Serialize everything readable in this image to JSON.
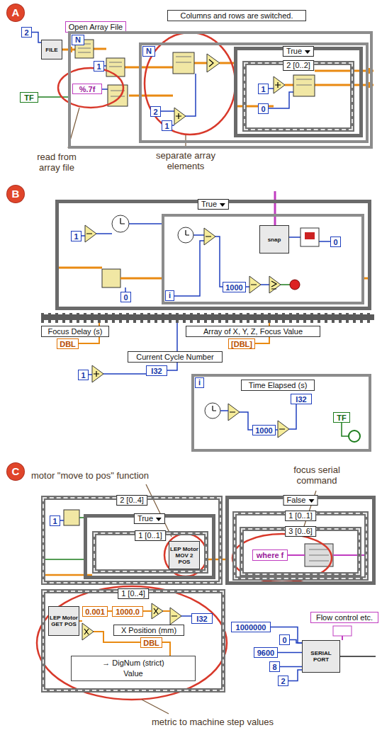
{
  "diagram": {
    "nodes": [
      {
        "text": [
          "A"
        ]
      },
      {
        "text": [
          "Open Array File"
        ]
      },
      {
        "text": [
          "Columns and rows are switched."
        ]
      },
      {
        "text": [
          "2"
        ]
      },
      {
        "text": [
          "FILE"
        ]
      },
      {
        "text": [
          "N"
        ]
      },
      {
        "text": [
          "1"
        ],
        "in": 5
      },
      {
        "text": [
          "%.7f"
        ],
        "in": 5
      },
      {
        "text": [
          "TF"
        ]
      },
      {
        "text": [
          "N"
        ],
        "in": 5
      },
      {
        "text": [
          "2"
        ],
        "in": 9
      },
      {
        "text": [
          "1"
        ],
        "in": 9
      },
      {
        "text": [
          "True"
        ],
        "in": 9
      },
      {
        "text": [
          "2 [0..2]"
        ],
        "in": 12
      },
      {
        "text": [
          "1"
        ],
        "in": 13
      },
      {
        "text": [
          "0"
        ],
        "in": 13
      },
      {
        "text": [
          "B"
        ]
      },
      {
        "text": [
          "True"
        ]
      },
      {
        "text": [
          "1"
        ],
        "in": 17
      },
      {
        "text": [
          "0"
        ],
        "in": 17
      },
      {
        "text": [
          "i"
        ],
        "in": 17
      },
      {
        "text": [
          "1000"
        ],
        "in": 20
      },
      {
        "text": [
          "snap"
        ],
        "in": 20
      },
      {
        "text": [
          "0"
        ],
        "in": 20
      },
      {
        "text": [
          "Focus Delay (s)"
        ]
      },
      {
        "text": [
          "DBL"
        ]
      },
      {
        "text": [
          "Array of X, Y, Z, Focus Value"
        ]
      },
      {
        "text": [
          "[DBL]"
        ]
      },
      {
        "text": [
          "Current Cycle Number"
        ]
      },
      {
        "text": [
          "1"
        ]
      },
      {
        "text": [
          "I32"
        ]
      },
      {
        "text": [
          "i"
        ]
      },
      {
        "text": [
          "Time Elapsed (s)"
        ],
        "in": 31
      },
      {
        "text": [
          "I32"
        ],
        "in": 31
      },
      {
        "text": [
          "1000"
        ],
        "in": 31
      },
      {
        "text": [
          "TF"
        ],
        "in": 31
      },
      {
        "text": [
          "C"
        ]
      },
      {
        "text": [
          "2 [0..4]"
        ]
      },
      {
        "text": [
          "1"
        ],
        "in": 37
      },
      {
        "text": [
          "True"
        ],
        "in": 37
      },
      {
        "text": [
          "1 [0..1]"
        ],
        "in": 39
      },
      {
        "text": [
          "LEP Motor MOV 2 POS"
        ],
        "in": 40
      },
      {
        "text": [
          "False"
        ]
      },
      {
        "text": [
          "1 [0..1]"
        ],
        "in": 42
      },
      {
        "text": [
          "3 [0..6]"
        ],
        "in": 43
      },
      {
        "text": [
          "where f"
        ],
        "in": 44
      },
      {
        "text": [
          "1 [0..4]"
        ]
      },
      {
        "text": [
          "LEP Motor GET POS"
        ],
        "in": 46
      },
      {
        "text": [
          "0.001"
        ],
        "in": 46
      },
      {
        "text": [
          "1000.0"
        ],
        "in": 46
      },
      {
        "text": [
          "I32"
        ],
        "in": 46
      },
      {
        "text": [
          "X Position (mm)"
        ],
        "in": 46
      },
      {
        "text": [
          "DBL"
        ],
        "in": 46
      },
      {
        "text": [
          "→ DigNum (strict)",
          "Value"
        ],
        "in": 46
      },
      {
        "text": [
          "1000000"
        ]
      },
      {
        "text": [
          "0"
        ]
      },
      {
        "text": [
          "9600"
        ]
      },
      {
        "text": [
          "8"
        ]
      },
      {
        "text": [
          "2"
        ]
      },
      {
        "text": [
          "SERIAL PORT"
        ]
      },
      {
        "text": [
          "Flow control etc."
        ]
      }
    ],
    "edges": [
      {
        "from": 3,
        "to": 4,
        "arrow": "none"
      },
      {
        "from": 54,
        "to": 59,
        "arrow": "none"
      },
      {
        "from": 55,
        "to": 59,
        "arrow": "none"
      },
      {
        "from": 56,
        "to": 59,
        "arrow": "none"
      },
      {
        "from": 57,
        "to": 59,
        "arrow": "none"
      },
      {
        "from": 58,
        "to": 59,
        "arrow": "none"
      }
    ],
    "labels": [
      "read from array file",
      "separate array elements",
      "motor \"move to pos\" function",
      "focus serial command",
      "metric to machine step values"
    ]
  }
}
